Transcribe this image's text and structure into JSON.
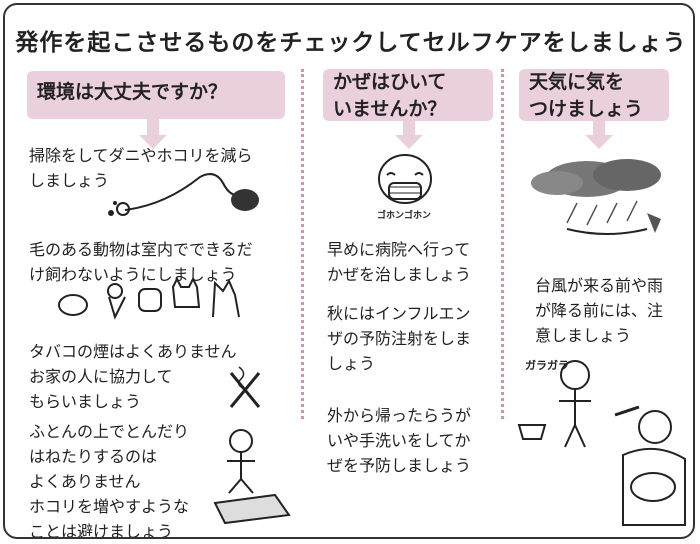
{
  "title": "発作を起こさせるものをチェックしてセルフケアをしましょう",
  "columns": [
    {
      "heading": [
        "環境は大丈夫ですか？"
      ],
      "items": [
        [
          "掃除をしてダニやホコリを減ら",
          "しましょう"
        ],
        [
          "毛のある動物は室内でできるだ",
          "け飼わないようにしましょう"
        ],
        [
          "タバコの煙はよくありません",
          "お家の人に協力して",
          "もらいましょう"
        ],
        [
          "ふとんの上でとんだり",
          "はねたりするのは",
          "よくありません",
          "ホコリを増やすような",
          "ことは避けましょう"
        ]
      ]
    },
    {
      "heading": [
        "かぜはひいて",
        "いませんか？"
      ],
      "cough_label": "ゴホンゴホン",
      "items": [
        [
          "早めに病院へ行って",
          "かぜを治しましょう"
        ],
        [
          "秋にはインフルエン",
          "ザの予防注射をしま",
          "しょう"
        ],
        [
          "外から帰ったらうが",
          "いや手洗いをしてか",
          "ぜを予防しましょう"
        ]
      ]
    },
    {
      "heading": [
        "天気に気を",
        "つけましょう"
      ],
      "gargle_label": "ガラガラ",
      "items": [
        [
          "台風が来る前や雨",
          "が降る前には、注",
          "意しましょう"
        ]
      ]
    }
  ],
  "colors": {
    "heading_bg": "#ead0dd",
    "divider": "#d28fb3",
    "border": "#333333"
  }
}
